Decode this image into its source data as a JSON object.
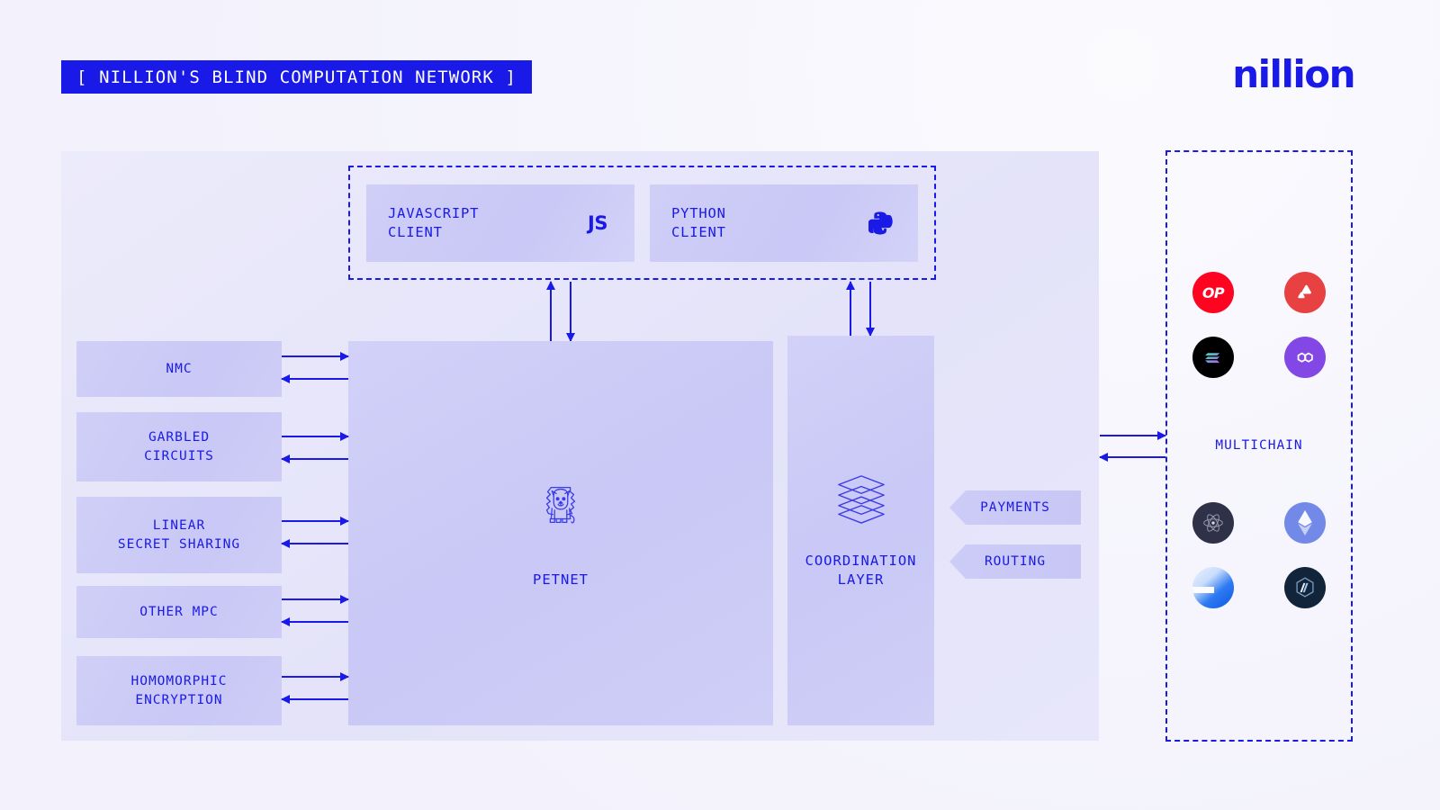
{
  "header": {
    "title": "[ NILLION'S BLIND COMPUTATION NETWORK ]",
    "brand": "nillion"
  },
  "clients": {
    "items": [
      {
        "label": "JAVASCRIPT\nCLIENT",
        "icon": "javascript-icon",
        "badge": "JS"
      },
      {
        "label": "PYTHON\nCLIENT",
        "icon": "python-icon",
        "badge": ""
      }
    ]
  },
  "technologies": {
    "items": [
      {
        "label": "NMC"
      },
      {
        "label": "GARBLED\nCIRCUITS"
      },
      {
        "label": "LINEAR\nSECRET SHARING"
      },
      {
        "label": "OTHER MPC"
      },
      {
        "label": "HOMOMORPHIC\nENCRYPTION"
      }
    ]
  },
  "core": {
    "petnet": {
      "label": "PETNET",
      "icon": "lion-icon"
    },
    "coordination": {
      "label": "COORDINATION\nLAYER",
      "icon": "layers-icon"
    }
  },
  "tags": {
    "items": [
      {
        "label": "PAYMENTS"
      },
      {
        "label": "ROUTING"
      }
    ]
  },
  "multichain": {
    "label": "MULTICHAIN",
    "chains_top": [
      {
        "name": "optimism",
        "symbol": "OP"
      },
      {
        "name": "avalanche",
        "symbol": ""
      },
      {
        "name": "solana",
        "symbol": ""
      },
      {
        "name": "polygon",
        "symbol": ""
      }
    ],
    "chains_bottom": [
      {
        "name": "cosmos",
        "symbol": ""
      },
      {
        "name": "ethereum",
        "symbol": ""
      },
      {
        "name": "near",
        "symbol": ""
      },
      {
        "name": "arbitrum",
        "symbol": ""
      }
    ]
  },
  "colors": {
    "accent": "#1a1ae8",
    "panel": "#e5e4fa",
    "box": "#c9c8f6",
    "page_bg": "#f4f3fc",
    "optimism": "#ff0420",
    "avalanche": "#e84142",
    "solana": "#000000",
    "polygon": "#8247e5",
    "cosmos": "#2e3148",
    "ethereum": "#6b87e8",
    "near": "#1a6cf5",
    "arbitrum": "#12243a"
  }
}
